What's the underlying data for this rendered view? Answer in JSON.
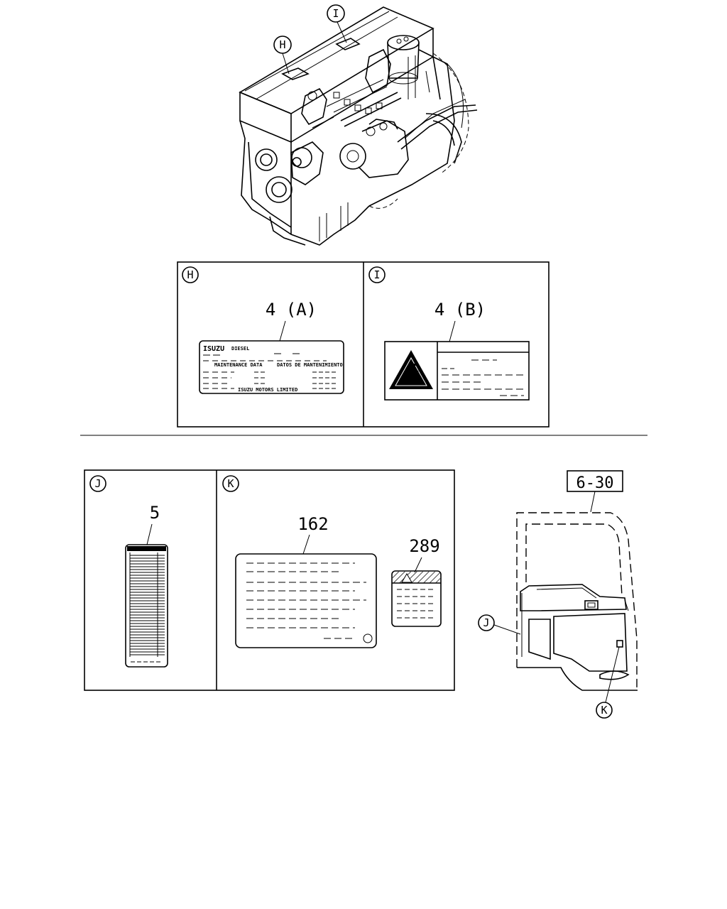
{
  "callouts": {
    "H": "H",
    "I": "I",
    "J": "J",
    "K": "K"
  },
  "panel_h": {
    "label": "H",
    "part_ref": "4 (A)",
    "plate_brand": "ISUZU",
    "plate_brand_suffix": "DIESEL",
    "plate_line_en": "MAINTENANCE DATA",
    "plate_line_es": "DATOS DE MANTENIMIENTO",
    "plate_footer": "ISUZU MOTORS LIMITED"
  },
  "panel_i": {
    "label": "I",
    "part_ref": "4 (B)"
  },
  "panel_j": {
    "label": "J",
    "part_ref": "5"
  },
  "panel_k": {
    "label": "K",
    "part_ref_a": "162",
    "part_ref_b": "289"
  },
  "door": {
    "ref_box": "6-30",
    "callout_j": "J",
    "callout_k": "K"
  }
}
